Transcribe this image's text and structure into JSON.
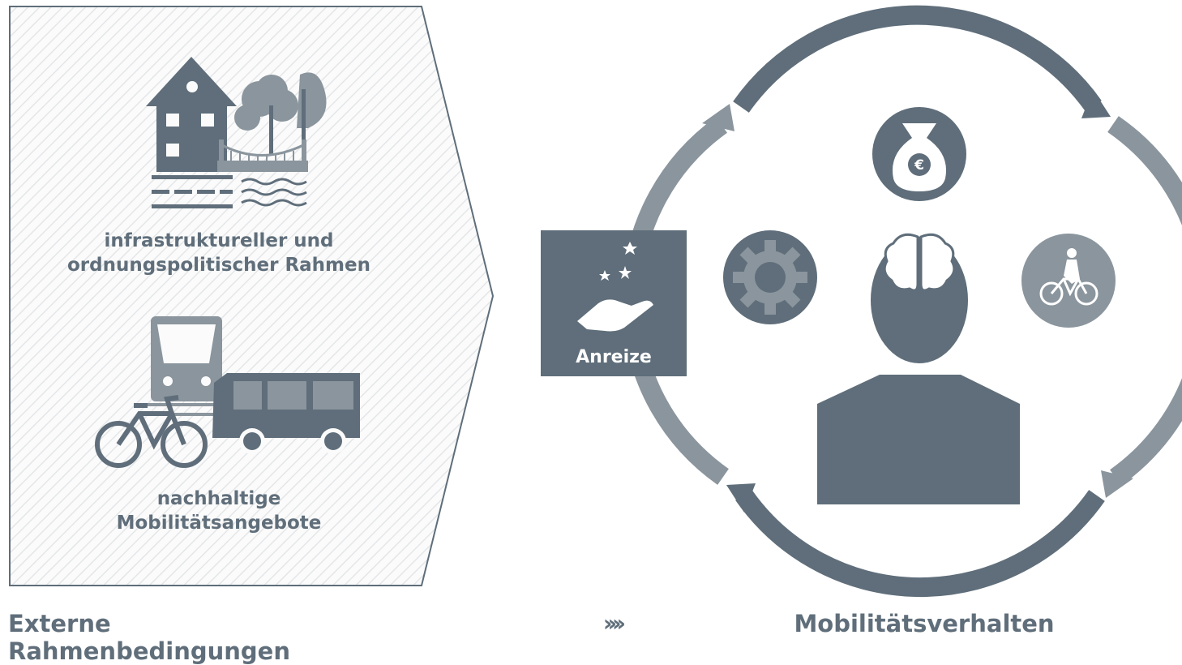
{
  "left_panel": {
    "infrastructure_label": "infrastruktureller und\nordnungspolitischer Rahmen",
    "mobility_label": "nachhaltige\nMobilitätsangebote",
    "icons": [
      "house-icon",
      "trees-icon",
      "bridge-icon",
      "road-icon",
      "water-icon",
      "train-icon",
      "bus-icon",
      "bicycle-icon"
    ]
  },
  "incentive": {
    "label": "Anreize",
    "icon": "hand-stars-icon"
  },
  "cycle": {
    "icons": [
      "money-bag-euro-icon",
      "gear-icon",
      "cyclist-icon",
      "person-brain-icon"
    ],
    "euro_symbol": "€"
  },
  "footer": {
    "left_caption": "Externe Rahmenbedingungen",
    "arrows": "››››",
    "right_caption": "Mobilitätsverhalten"
  },
  "colors": {
    "dark": "#5f6e7a",
    "mid": "#8a959d",
    "hatch": "#e4e6e8",
    "white": "#ffffff"
  }
}
